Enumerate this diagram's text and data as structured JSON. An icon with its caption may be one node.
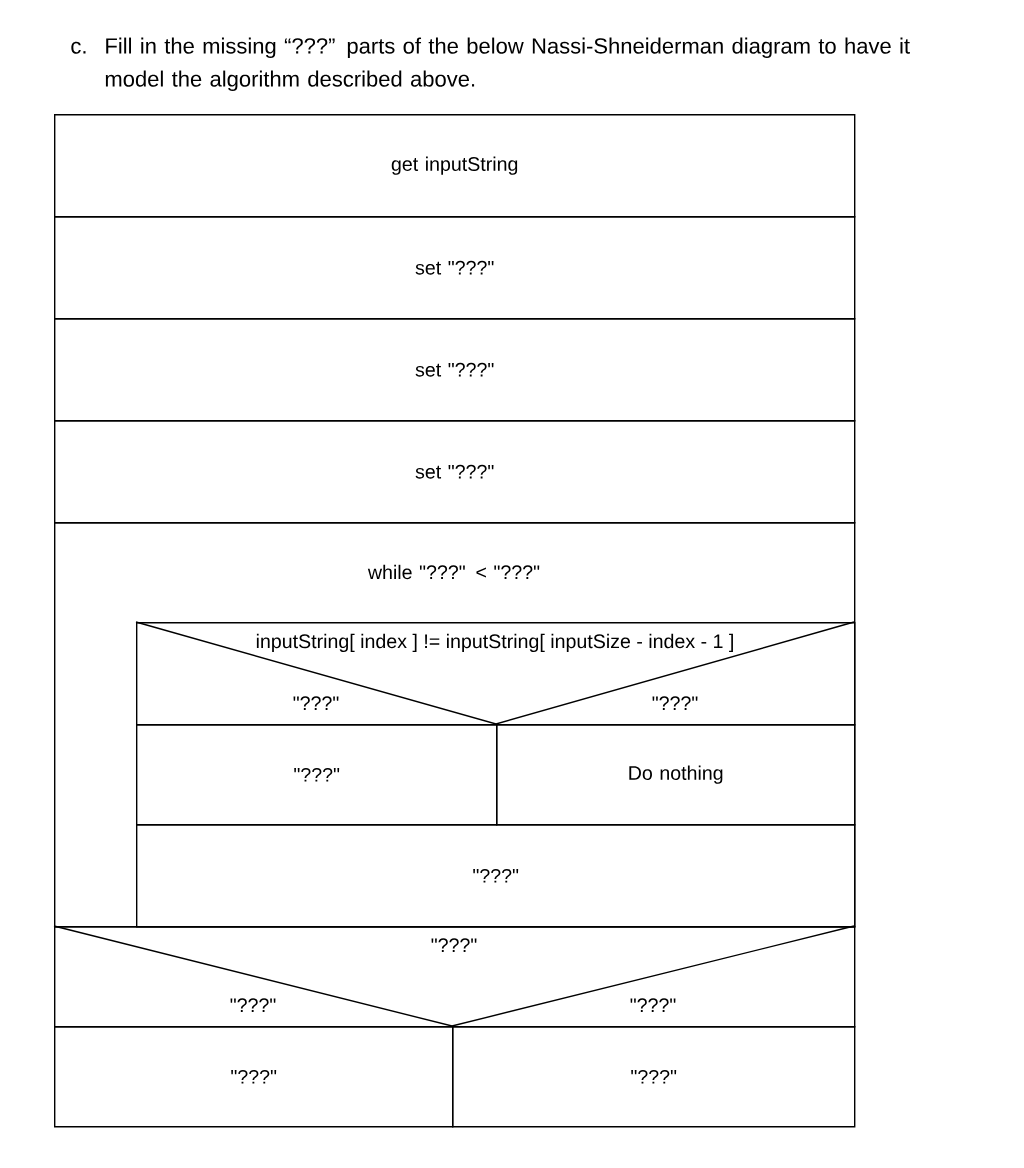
{
  "diagram": {
    "title": "Fill in the missing “???” parts of the below Nassi-Shneiderman diagram to have it model the algorithm described above.",
    "nodes": [
      {
        "text": [
          "get inputString"
        ]
      },
      {
        "text": [
          "set \"???\""
        ]
      },
      {
        "text": [
          "set \"???\""
        ]
      },
      {
        "text": [
          "set \"???\""
        ]
      },
      {
        "text": [
          "while \"???\" < \"???\""
        ]
      },
      {
        "text": [
          "inputString[ index ] != inputString[ inputSize - index - 1 ]",
          "\"???\"",
          "\"???\""
        ],
        "in": 4
      },
      {
        "text": [
          "\"???\""
        ],
        "in": 4
      },
      {
        "text": [
          "Do nothing"
        ],
        "in": 4
      },
      {
        "text": [
          "\"???\""
        ],
        "in": 4
      },
      {
        "text": [
          "\"???\"",
          "\"???\"",
          "\"???\""
        ]
      },
      {
        "text": [
          "\"???\""
        ]
      },
      {
        "text": [
          "\"???\""
        ]
      }
    ],
    "labels": [
      "c."
    ]
  }
}
